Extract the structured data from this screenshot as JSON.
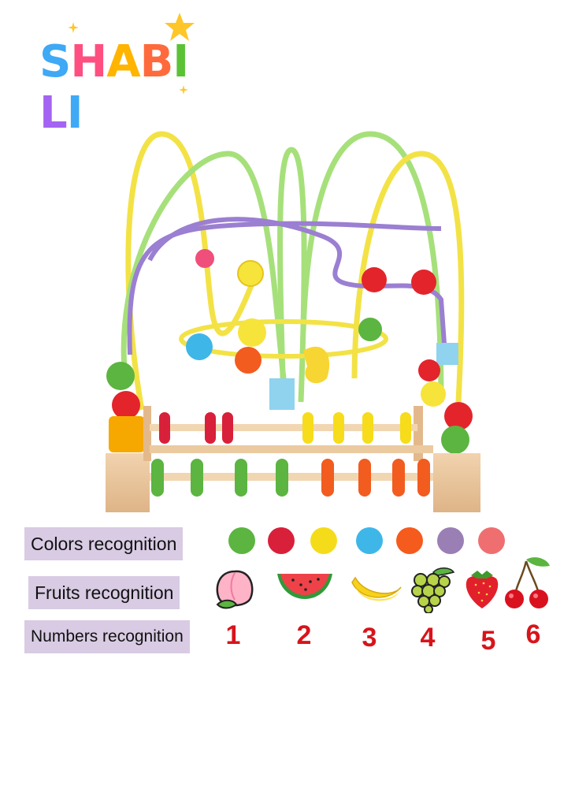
{
  "brand": {
    "letters": [
      {
        "ch": "S",
        "color": "#3fa9f5"
      },
      {
        "ch": "H",
        "color": "#ff4f81"
      },
      {
        "ch": "A",
        "color": "#ffb400"
      },
      {
        "ch": "B",
        "color": "#ff6a3d"
      },
      {
        "ch": "I",
        "color": "#5bc236"
      },
      {
        "ch": "L",
        "color": "#a463f2"
      },
      {
        "ch": "I",
        "color": "#3fa9f5"
      }
    ],
    "star_color": "#ffc629"
  },
  "rows": {
    "colors_label": "Colors recognition",
    "fruits_label": "Fruits recognition",
    "numbers_label": "Numbers recognition"
  },
  "colors": [
    "#5bb540",
    "#d9203a",
    "#f5dc1a",
    "#3eb7e8",
    "#f55b1d",
    "#9a7fb5",
    "#ef6f70"
  ],
  "fruits": [
    "peach-icon",
    "watermelon-icon",
    "banana-icon",
    "grapes-icon",
    "strawberry-icon",
    "cherries-icon"
  ],
  "numbers": [
    "1",
    "2",
    "3",
    "4",
    "5",
    "6"
  ]
}
